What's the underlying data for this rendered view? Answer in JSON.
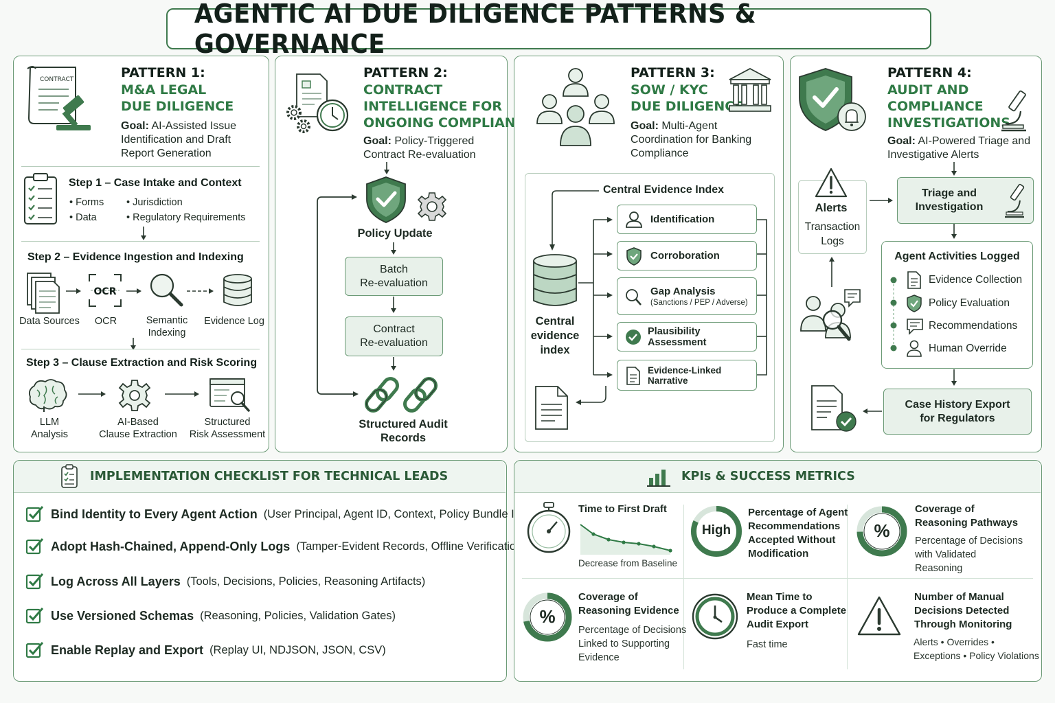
{
  "title": "AGENTIC AI DUE DILIGENCE PATTERNS & GOVERNANCE",
  "colors": {
    "accent": "#2f7a45",
    "border": "#6b9a76",
    "fill": "#e8f1ea",
    "text": "#13201a"
  },
  "pattern1": {
    "label": "PATTERN 1:",
    "name": "M&A LEGAL\nDUE DILIGENCE",
    "goal_label": "Goal:",
    "goal": "AI-Assisted Issue Identification and Draft Report Generation",
    "doc_label": "CONTRACT",
    "step1": {
      "title": "Step 1 – Case Intake and Context",
      "b1": "Forms",
      "b2": "Data",
      "b3": "Jurisdiction",
      "b4": "Regulatory Requirements"
    },
    "step2": {
      "title": "Step 2 – Evidence Ingestion and Indexing",
      "n1": "Data Sources",
      "n2": "OCR",
      "n3": "Semantic\nIndexing",
      "n4": "Evidence Log",
      "ocr_text": "OCR"
    },
    "step3": {
      "title": "Step 3 – Clause Extraction and Risk Scoring",
      "n1": "LLM\nAnalysis",
      "n2": "AI-Based\nClause Extraction",
      "n3": "Structured\nRisk Assessment"
    }
  },
  "pattern2": {
    "label": "PATTERN 2:",
    "name": "CONTRACT\nINTELLIGENCE FOR\nONGOING COMPLIANCE",
    "goal_label": "Goal:",
    "goal": "Policy-Triggered Contract Re-evaluation",
    "policy": "Policy Update",
    "box1": "Batch\nRe-evaluation",
    "box2": "Contract\nRe-evaluation",
    "records": "Structured Audit\nRecords"
  },
  "pattern3": {
    "label": "PATTERN 3:",
    "name": "SOW / KYC\nDUE DILIGENCE",
    "goal_label": "Goal:",
    "goal": "Multi-Agent Coordination for Banking Compliance",
    "index_title": "Central Evidence Index",
    "db_label": "Central\nevidence\nindex",
    "items": [
      "Identification",
      "Corroboration",
      "Gap Analysis",
      "Plausibility Assessment",
      "Evidence-Linked Narrative"
    ],
    "gap_sub": "(Sanctions / PEP / Adverse)"
  },
  "pattern4": {
    "label": "PATTERN 4:",
    "name": "AUDIT AND\nCOMPLIANCE\nINVESTIGATIONS",
    "goal_label": "Goal:",
    "goal": "AI-Powered Triage and Investigative Alerts",
    "alerts": "Alerts",
    "alerts_sub": "Transaction\nLogs",
    "triage": "Triage and\nInvestigation",
    "activities_title": "Agent Activities Logged",
    "activities": [
      "Evidence Collection",
      "Policy Evaluation",
      "Recommendations",
      "Human Override"
    ],
    "export": "Case History Export\nfor Regulators"
  },
  "checklist": {
    "title": "IMPLEMENTATION CHECKLIST FOR TECHNICAL LEADS",
    "items": [
      {
        "bold": "Bind Identity to Every Agent Action",
        "detail": "(User Principal, Agent ID, Context, Policy Bundle ID)"
      },
      {
        "bold": "Adopt Hash-Chained, Append-Only Logs",
        "detail": "(Tamper-Evident Records, Offline Verification)"
      },
      {
        "bold": "Log Across All Layers",
        "detail": "(Tools, Decisions, Policies, Reasoning Artifacts)"
      },
      {
        "bold": "Use Versioned Schemas",
        "detail": "(Reasoning, Policies, Validation Gates)"
      },
      {
        "bold": "Enable Replay and Export",
        "detail": "(Replay UI, NDJSON, JSON, CSV)"
      }
    ]
  },
  "kpis": {
    "title": "KPIs & SUCCESS METRICS",
    "k1": {
      "title": "Time to First Draft",
      "sub": "Decrease from Baseline"
    },
    "k2": {
      "title": "Percentage of Agent\nRecommendations\nAccepted Without\nModification",
      "badge": "High"
    },
    "k3": {
      "title": "Coverage of\nReasoning Pathways",
      "sub": "Percentage of Decisions\nwith Validated\nReasoning",
      "badge": "%"
    },
    "k4": {
      "title": "Coverage of\nReasoning Evidence",
      "sub": "Percentage of Decisions\nLinked to Supporting\nEvidence",
      "badge": "%"
    },
    "k5": {
      "title": "Mean Time to\nProduce a Complete\nAudit Export",
      "sub": "Fast time"
    },
    "k6": {
      "title": "Number of Manual\nDecisions Detected\nThrough Monitoring",
      "sub": "Alerts  •  Overrides  •\nExceptions  •  Policy Violations"
    }
  }
}
